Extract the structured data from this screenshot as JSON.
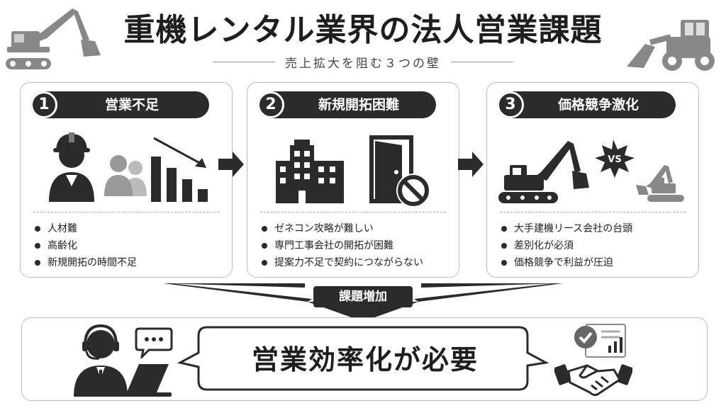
{
  "header": {
    "title": "重機レンタル業界の法人営業課題",
    "subtitle": "売上拡大を阻む３つの壁"
  },
  "panels": [
    {
      "number": "1",
      "title": "営業不足",
      "items": [
        "人材難",
        "高齢化",
        "新規開拓の時間不足"
      ]
    },
    {
      "number": "2",
      "title": "新規開拓困難",
      "items": [
        "ゼネコン攻略が難しい",
        "専門工事会社の開拓が困難",
        "提案力不足で契約につながらない"
      ]
    },
    {
      "number": "3",
      "title": "価格競争激化",
      "items": [
        "大手建機リース会社の台頭",
        "差別化が必須",
        "価格競争で利益が圧迫"
      ],
      "vs_label": "VS"
    }
  ],
  "flow": {
    "result_label": "課題増加"
  },
  "conclusion": {
    "text": "営業効率化が必要"
  },
  "icons": {
    "header_left": "excavator-icon",
    "header_right": "wheel-loader-icon",
    "panel1": [
      "worker-icon",
      "declining-bar-chart-icon"
    ],
    "panel2": [
      "office-building-icon",
      "closed-door-icon",
      "prohibited-icon"
    ],
    "panel3": [
      "large-excavator-icon",
      "vs-burst-icon",
      "small-excavator-icon"
    ],
    "bottom_left": [
      "call-center-operator-icon",
      "speech-bubble-icon",
      "laptop-icon"
    ],
    "bottom_right": [
      "checked-document-icon",
      "handshake-icon"
    ]
  },
  "colors": {
    "dark": "#2b2b2b",
    "mid_gray": "#777777",
    "light_gray": "#aaaaaa",
    "border": "#bdbdbd"
  }
}
